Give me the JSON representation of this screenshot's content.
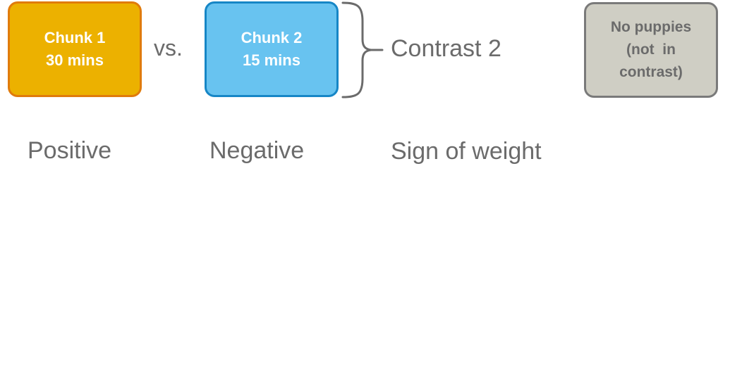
{
  "chunk1": {
    "line1": "Chunk 1",
    "line2": "30 mins"
  },
  "vs": "vs.",
  "chunk2": {
    "line1": "Chunk 2",
    "line2": "15 mins"
  },
  "contrast_label": "Contrast 2",
  "no_puppies": {
    "line1": "No puppies",
    "line2": "(not  in",
    "line3": "contrast)"
  },
  "weights": {
    "positive": "Positive",
    "negative": "Negative",
    "sign_label": "Sign of weight"
  },
  "colors": {
    "chunk1_fill": "#ecb100",
    "chunk1_border": "#e07b0c",
    "chunk2_fill": "#68c3f0",
    "chunk2_border": "#1686c6",
    "neutral_fill": "#cfcec4",
    "neutral_border": "#7a7a7a",
    "text": "#6b6b6b"
  }
}
